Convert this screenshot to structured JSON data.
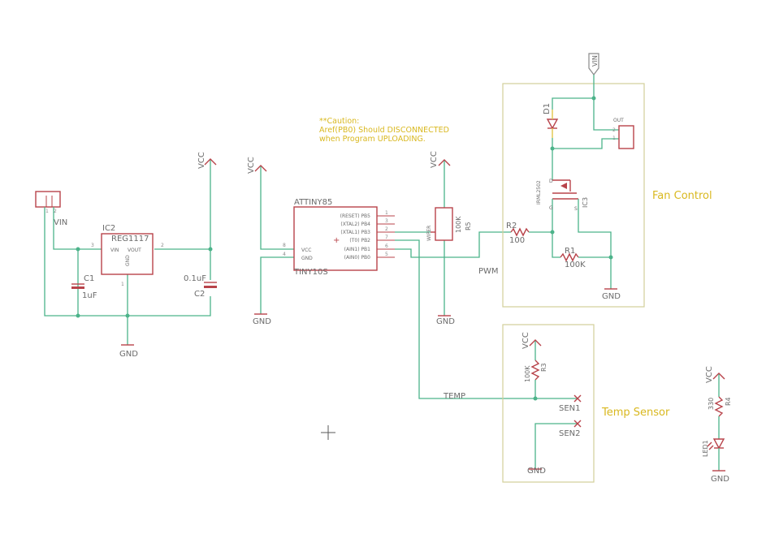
{
  "notes": {
    "caution_line1": "**Caution:",
    "caution_line2": "Aref(PB0) Should DISCONNECTED",
    "caution_line3": "when Program UPLOADING."
  },
  "frames": {
    "fan_control": "Fan Control",
    "temp_sensor": "Temp Sensor"
  },
  "nets": {
    "vcc": "VCC",
    "gnd": "GND",
    "vin": "VIN",
    "pwm": "PWM",
    "temp": "TEMP"
  },
  "regulator": {
    "name": "IC2",
    "value": "REG1117",
    "pin_vin": "VIN",
    "pin_vout": "VOUT",
    "pin_gnd": "GND",
    "pin_in_num": "3",
    "pin_out_num": "2",
    "pin_gnd_num": "1"
  },
  "capacitors": {
    "c1_name": "C1",
    "c1_value": "1uF",
    "c2_name": "C2",
    "c2_value": "0.1uF"
  },
  "connector_in": {
    "pin1": "1",
    "pin2": "2"
  },
  "mcu": {
    "name": "ATTINY85",
    "subname": "TINY10S",
    "pin_vcc": "VCC",
    "pin_gnd": "GND",
    "pin_vcc_num": "8",
    "pin_gnd_num": "4",
    "pins": [
      {
        "label": "(RESET) PB5",
        "num": "1"
      },
      {
        "label": "(XTAL2) PB4",
        "num": "3"
      },
      {
        "label": "(XTAL1) PB3",
        "num": "2"
      },
      {
        "label": "(T0) PB2",
        "num": "7"
      },
      {
        "label": "(AIN1) PB1",
        "num": "6"
      },
      {
        "label": "(AIN0) PB0",
        "num": "5"
      }
    ]
  },
  "pot": {
    "name": "R5",
    "value": "100K",
    "wiper": "WIPER"
  },
  "fan": {
    "diode": "D1",
    "mosfet": "IC3",
    "mosfet_part": "IRML2502",
    "pin_d": "D",
    "pin_g": "G",
    "pin_s": "S",
    "out_label": "OUT",
    "out_pin2": "2",
    "out_pin1": "1",
    "r2_name": "R2",
    "r2_value": "100",
    "r1_name": "R1",
    "r1_value": "100K"
  },
  "sensor": {
    "r3_name": "R3",
    "r3_value": "100K",
    "sen1": "SEN1",
    "sen2": "SEN2"
  },
  "led": {
    "r4_name": "R4",
    "r4_value": "330",
    "led_name": "LED1"
  }
}
